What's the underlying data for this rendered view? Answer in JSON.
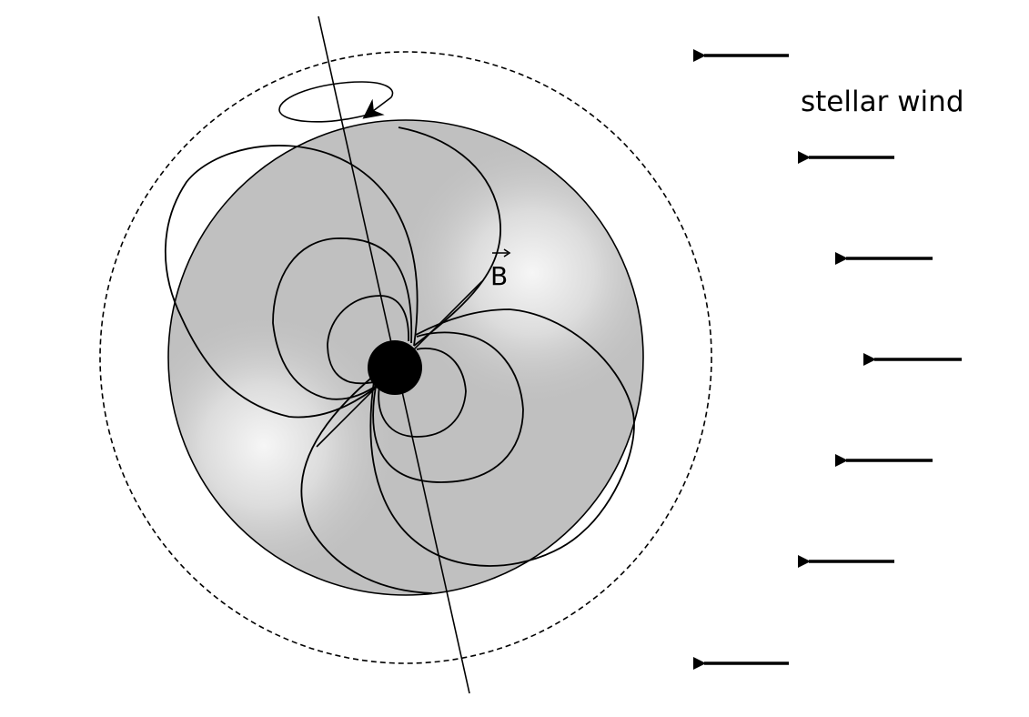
{
  "diagram": {
    "labels": {
      "stellar_wind": "stellar wind",
      "field_vector": "B"
    },
    "stellar_wind_arrow_count": 7,
    "colors": {
      "magnetosphere_fill": "#c0c0c0",
      "magnetosphere_highlight": "#f4f4f4",
      "line_color": "#000000",
      "background": "#ffffff"
    }
  }
}
